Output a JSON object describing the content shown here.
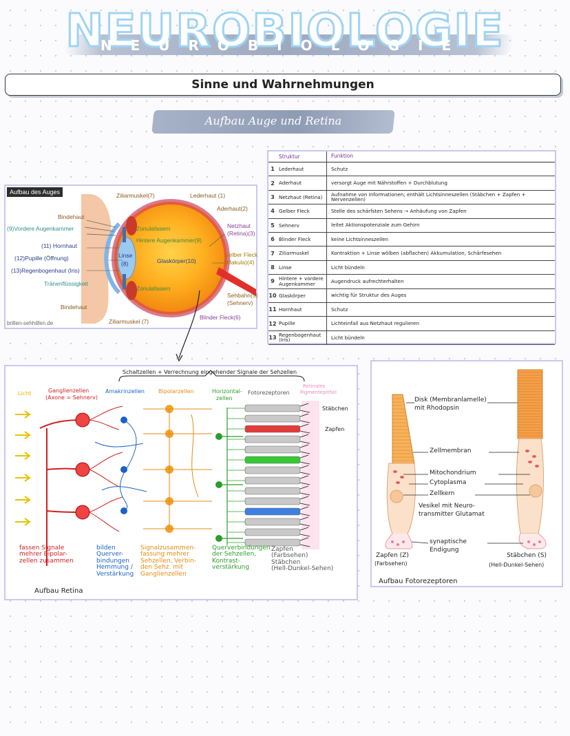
{
  "title": {
    "main": "NEUROBIOLOGIE",
    "spaced": "NEUROBIOLOGIE"
  },
  "header": "Sinne und Wahrnehmungen",
  "subtitle": "Aufbau Auge und Retina",
  "eye_figure": {
    "tag": "Aufbau des Auges",
    "credit": "brillen-sehhilfen.de",
    "labels": {
      "ziliarmuskel_top": "Ziliarmuskel(7)",
      "lederhaut": "Lederhaut (1)",
      "aderhaut": "Aderhaut(2)",
      "bindehaut_top": "Bindehaut",
      "vordere_augenkammer": "(9)Vordere Augenkammer",
      "zonulafasern_top": "Zonulafasern",
      "hintere_augenkammer": "Hintere Augenkammer(9)",
      "netzhaut": "Netzhaut",
      "netzhaut_sub": "(Retina)(3)",
      "hornhaut": "(11) Hornhaut",
      "pupille": "(12)Pupille (Öffnung)",
      "regenbogenhaut": "(13)Regenbogenhaut (Iris)",
      "linse": "Linse",
      "linse_num": "(8)",
      "glaskoerper": "Glaskörper(10)",
      "gelber_fleck": "Gelber Fleck",
      "makula": "(Makula)(4)",
      "traenenfluessigkeit": "Tränenflüssigkeit",
      "zonulafasern_bottom": "Zonulafasern",
      "sehbahn": "Sehbahn(5)",
      "sehnerv": "(Sehnerv)",
      "bindehaut_bottom": "Bindehaut",
      "ziliarmuskel_bottom": "Ziliarmuskel (7)",
      "blinder_fleck": "Blinder Fleck(6)"
    }
  },
  "table": {
    "head_struct": "Struktur",
    "head_func": "Funktion",
    "rows": [
      {
        "num": "1",
        "struct": "Lederhaut",
        "func": "Schutz"
      },
      {
        "num": "2",
        "struct": "Aderhaut",
        "func": "versorgt Auge mit Nährstoffen + Durchblutung"
      },
      {
        "num": "3",
        "struct": "Netzhaut (Retina)",
        "func": "Aufnahme von Informationen; enthält Lichtsinneszellen (Stäbchen + Zapfen + Nervenzellen)"
      },
      {
        "num": "4",
        "struct": "Gelber Fleck",
        "func": "Stelle des schärfsten Sehens → Anhäufung von Zapfen"
      },
      {
        "num": "5",
        "struct": "Sehnerv",
        "func": "leitet Aktionspotenziale zum Gehirn"
      },
      {
        "num": "6",
        "struct": "Blinder Fleck",
        "func": "keine Lichtsinneszellen"
      },
      {
        "num": "7",
        "struct": "Ziliarmuskel",
        "func": "Kontraktion + Linse wölben (abflachen) Akkumulation, Schärfesehen"
      },
      {
        "num": "8",
        "struct": "Linse",
        "func": "Licht bündeln"
      },
      {
        "num": "9",
        "struct": "Hintere + vordere Augenkammer",
        "func": "Augendruck aufrechterhalten"
      },
      {
        "num": "10",
        "struct": "Glaskörper",
        "func": "wichtig für Struktur des Auges"
      },
      {
        "num": "11",
        "struct": "Hornhaut",
        "func": "Schutz"
      },
      {
        "num": "12",
        "struct": "Pupille",
        "func": "Lichteinfall aus Netzhaut regulieren"
      },
      {
        "num": "13",
        "struct": "Regenbogenhaut (Iris)",
        "func": "Licht bündeln"
      }
    ]
  },
  "retina": {
    "top_caption": "Schaltzellen + Verrechnung eingehender Signale der Sehzellen",
    "licht": "Licht",
    "ganglien": "Ganglienzellen",
    "ganglien_sub": "(Axone = Sehnerv)",
    "amakrin": "Amakrinzellen",
    "bipolar": "Bipolarzellen",
    "horizontal": "Horizontal-",
    "horizontal_sub": "zellen",
    "fotorezeptoren": "Fotorezeptoren",
    "pigment": "Retinales",
    "pigment_sub": "Pigmentepithel",
    "staebchen": "Stäbchen",
    "zapfen": "Zapfen",
    "desc_red": [
      "fassen Signale",
      "mehrer Bipolar-",
      "zellen zusammen"
    ],
    "desc_blue": [
      "bilden",
      "Querver-",
      "bindungen",
      "Hemmung /",
      "Verstärkung"
    ],
    "desc_orange": [
      "Signalzusammen-",
      "fassung mehrer",
      "Sehzellen, Verbin-",
      "den Sehz. mit",
      "Ganglienzellen"
    ],
    "desc_green": [
      "Querverbindungen",
      "der Sehzellen,",
      "Kontrast-",
      "verstärkung"
    ],
    "desc_gray": [
      "Zapfen",
      "(Farbsehen)",
      "Stäbchen",
      "(Hell-Dunkel-Sehen)"
    ],
    "caption": "Aufbau Retina"
  },
  "photo": {
    "disk": "Disk (Membranlamelle)",
    "disk_sub": "mit Rhodopsin",
    "zellmembran": "Zellmembran",
    "mitochondrium": "Mitochondrium",
    "cytoplasma": "Cytoplasma",
    "zellkern": "Zellkern",
    "vesikel": "Vesikel mit Neuro-",
    "vesikel_sub": "transmitter Glutamat",
    "synaptisch": "synaptische",
    "synaptisch_sub": "Endigung",
    "zapfen": "Zapfen (Z)",
    "zapfen_sub": "(Farbsehen)",
    "staebchen": "Stäbchen (S)",
    "staebchen_sub": "(Hell-Dunkel-Sehen)",
    "caption": "Aufbau Fotorezeptoren"
  }
}
